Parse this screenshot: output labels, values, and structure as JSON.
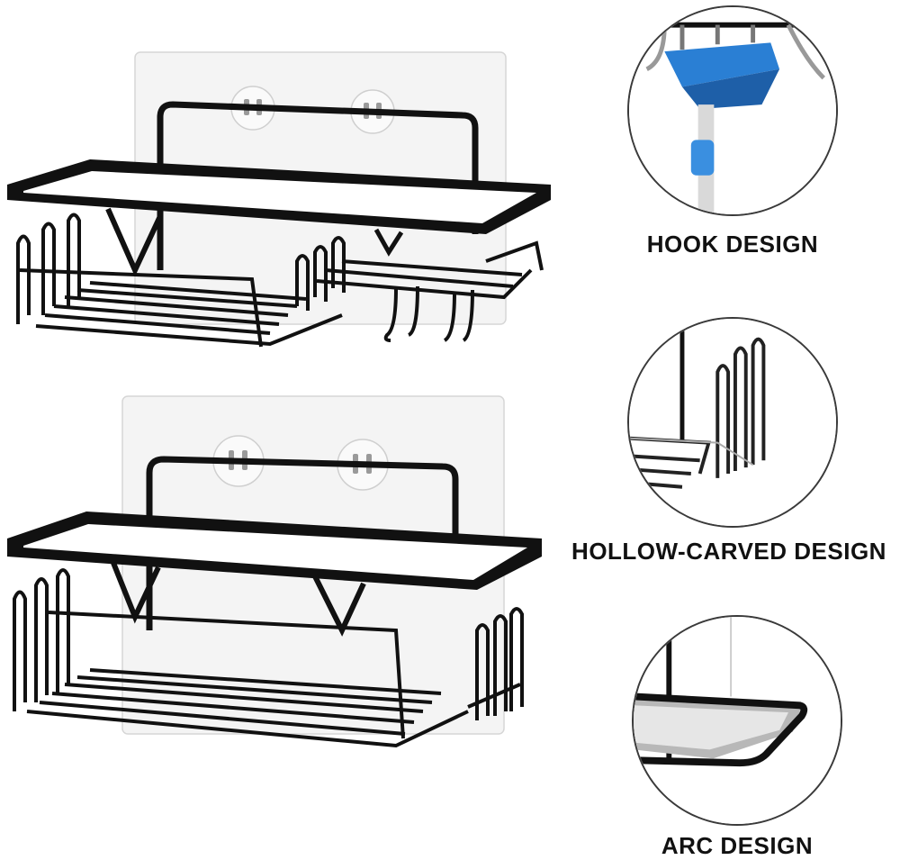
{
  "features": [
    {
      "name": "hook",
      "label": "HOOK DESIGN"
    },
    {
      "name": "hollow",
      "label": "HOLLOW-CARVED DESIGN"
    },
    {
      "name": "arc",
      "label": "ARC DESIGN"
    }
  ],
  "colors": {
    "metal": "#111111",
    "adhesive_panel": "#f2f2f2",
    "accent_blue": "#2a7fd4",
    "background": "#ffffff"
  },
  "icons": [
    "shower-caddy-top-image",
    "shower-caddy-bottom-image",
    "hook-detail-image",
    "hollow-detail-image",
    "arc-detail-image"
  ]
}
